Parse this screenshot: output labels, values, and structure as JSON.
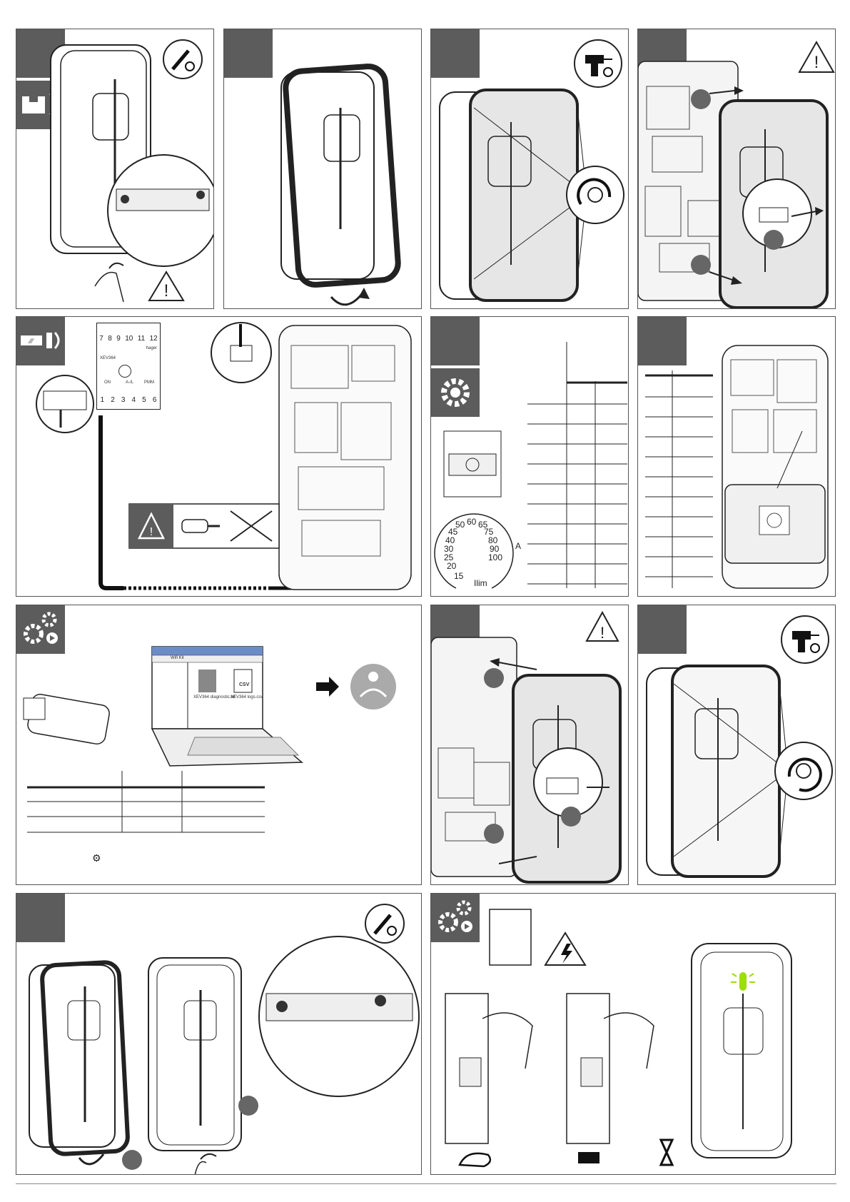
{
  "panel6": {
    "module_terminals_top": [
      "7",
      "8",
      "9",
      "10",
      "11",
      "12"
    ],
    "module_terminals_bottom": [
      "1",
      "2",
      "3",
      "4",
      "5",
      "6"
    ],
    "module_model": "XEV364",
    "module_brand": "hager",
    "module_labels": [
      "ON",
      "A-/L",
      "PMM"
    ]
  },
  "panel7": {
    "dial_values": [
      "15",
      "20",
      "25",
      "30",
      "40",
      "45",
      "50",
      "60",
      "65",
      "75",
      "80",
      "90",
      "100"
    ],
    "unit": "A",
    "dial_label": "Ilim"
  },
  "panel9": {
    "window_header": "Wifi Kit",
    "file1": "XEV364 diagnostic.txt",
    "file2": "XEV364 logs.csv",
    "csv_icon_label": "CSV"
  },
  "colors": {
    "step_tab": "#5c5c5c",
    "led_green": "#9be000",
    "panel_border": "#555555"
  }
}
